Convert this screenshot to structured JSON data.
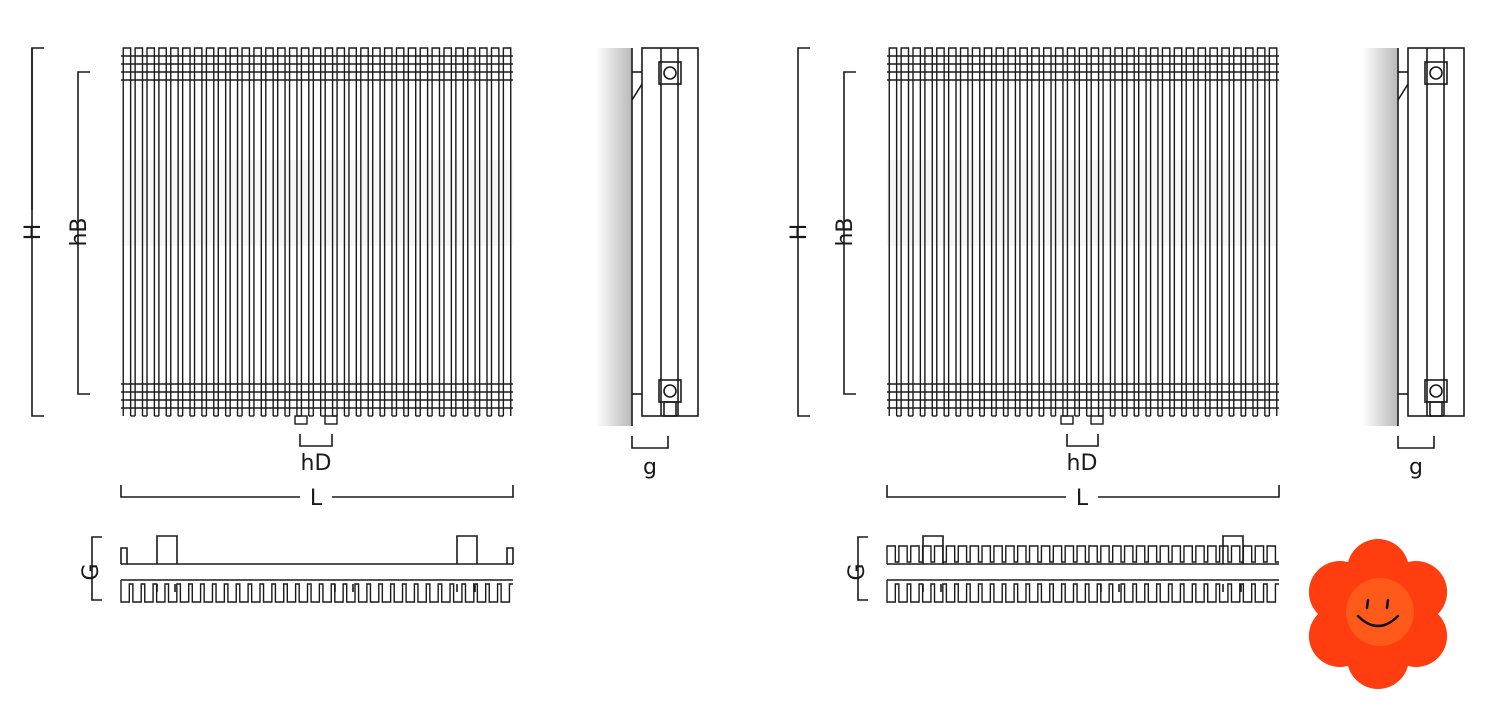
{
  "diagrams": [
    {
      "variant": "single",
      "labels": {
        "H": "H",
        "hB": "hB",
        "hD": "hD",
        "L": "L",
        "g": "g",
        "G": "G"
      }
    },
    {
      "variant": "double",
      "labels": {
        "H": "H",
        "hB": "hB",
        "hD": "hD",
        "L": "L",
        "g": "g",
        "G": "G"
      }
    }
  ],
  "mascot": {
    "icon": "smiling-flower-icon",
    "petal_color": "#ff3d0f",
    "center_color": "#ff5a1a",
    "face_color": "#111111"
  },
  "colors": {
    "line": "#1a1a1a",
    "wall_shade": "#bfbfbf"
  }
}
